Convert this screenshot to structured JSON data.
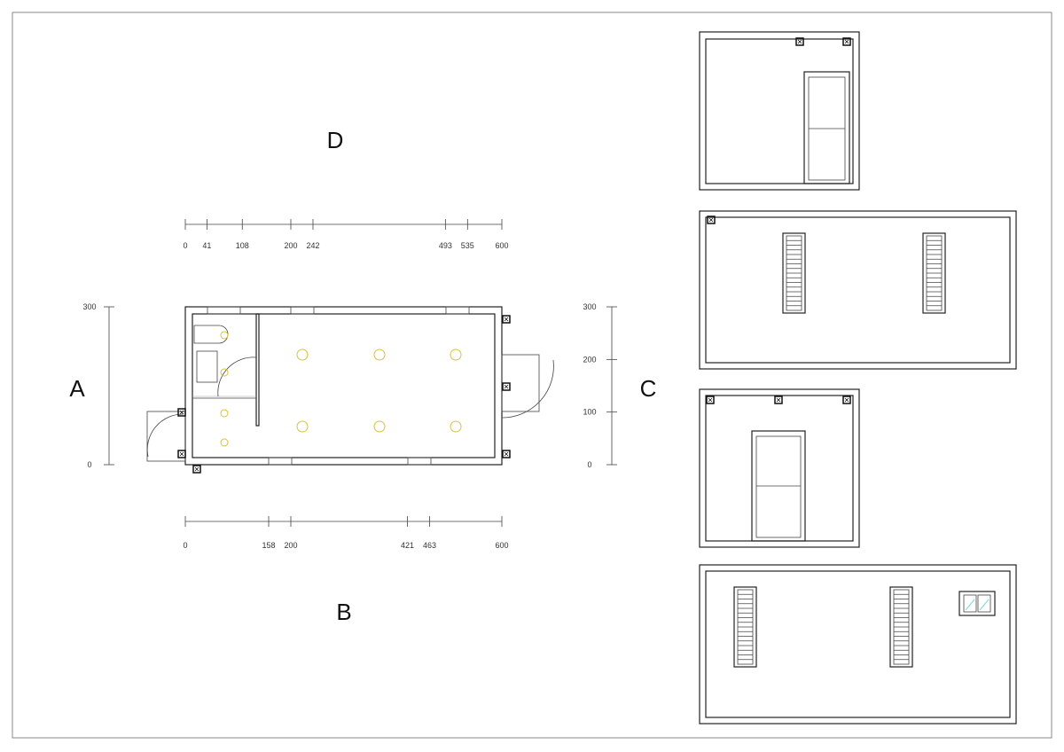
{
  "elevation_labels": {
    "a": "A",
    "b": "B",
    "c": "C",
    "d": "D"
  },
  "dimensions": {
    "top": [
      0,
      41,
      108,
      200,
      242,
      493,
      535,
      600
    ],
    "bottom": [
      0,
      158,
      200,
      421,
      463,
      600
    ],
    "left": [
      0,
      300
    ],
    "right": [
      0,
      100,
      200,
      300
    ]
  },
  "colors": {
    "lines": "#222222",
    "lamps": "#d8c040",
    "glass": "#7fd6d6"
  }
}
